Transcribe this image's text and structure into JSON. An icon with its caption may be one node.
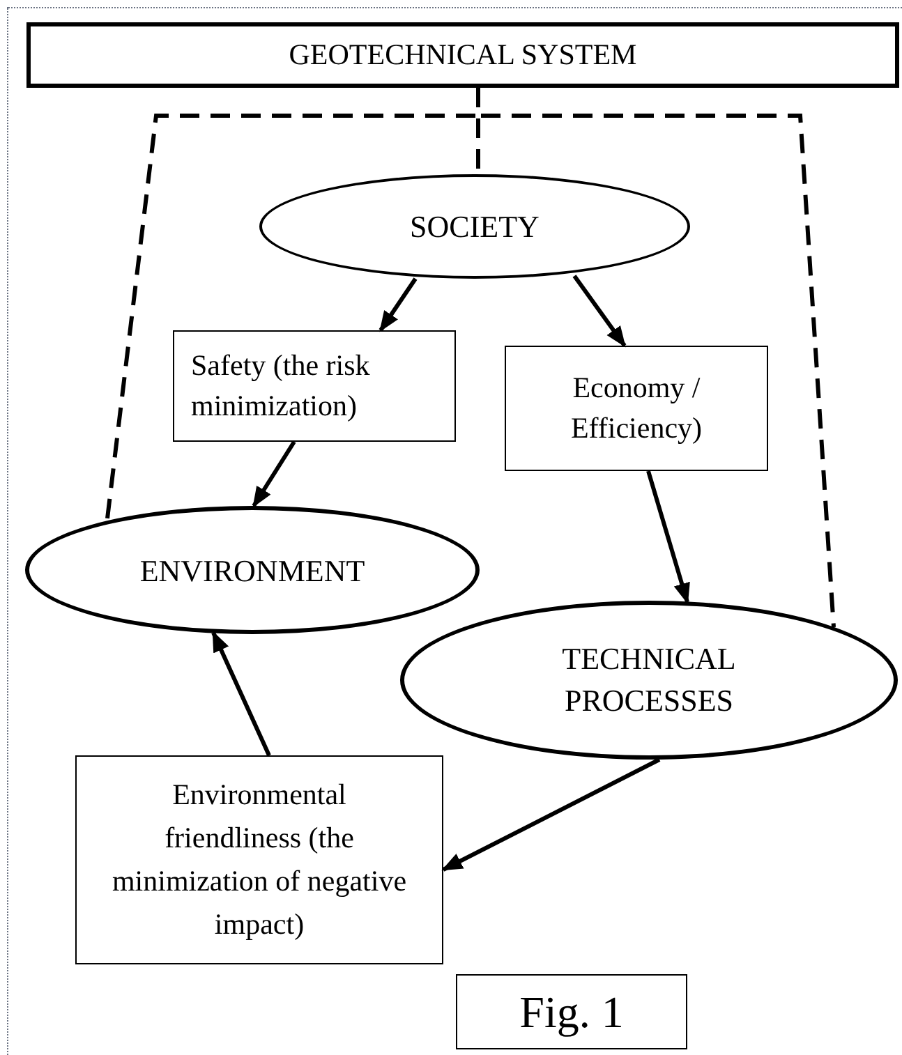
{
  "diagram": {
    "nodes": [
      {
        "text": [
          "GEOTECHNICAL SYSTEM"
        ]
      },
      {
        "text": [
          "SOCIETY"
        ]
      },
      {
        "text": [
          "Safety (the risk minimization)"
        ]
      },
      {
        "text": [
          "Economy / Efficiency)"
        ]
      },
      {
        "text": [
          "ENVIRONMENT"
        ]
      },
      {
        "text": [
          "TECHNICAL PROCESSES"
        ]
      },
      {
        "text": [
          "Environmental friendliness (the minimization of negative impact)"
        ]
      },
      {
        "text": [
          "Fig. 1"
        ]
      }
    ],
    "edges": [
      {
        "from": 0,
        "to": 1,
        "arrow": "none",
        "style": "dashed"
      },
      {
        "from": 0,
        "to": 4,
        "arrow": "none",
        "style": "dashed"
      },
      {
        "from": 0,
        "to": 5,
        "arrow": "none",
        "style": "dashed"
      },
      {
        "from": 1,
        "to": 2,
        "arrow": "to"
      },
      {
        "from": 1,
        "to": 3,
        "arrow": "to"
      },
      {
        "from": 2,
        "to": 4,
        "arrow": "to"
      },
      {
        "from": 3,
        "to": 5,
        "arrow": "to"
      },
      {
        "from": 5,
        "to": 6,
        "arrow": "to"
      },
      {
        "from": 6,
        "to": 4,
        "arrow": "to"
      }
    ]
  }
}
